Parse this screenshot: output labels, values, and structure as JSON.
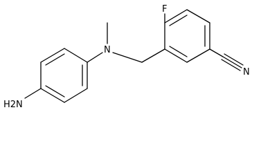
{
  "molecule": {
    "labels": {
      "fluorine": "F",
      "nitrogen": "N",
      "amine": "H2N",
      "nitrile_nitrogen": "N"
    },
    "colors": {
      "bond": "#000000",
      "label": "#000000",
      "background": "#ffffff"
    }
  }
}
